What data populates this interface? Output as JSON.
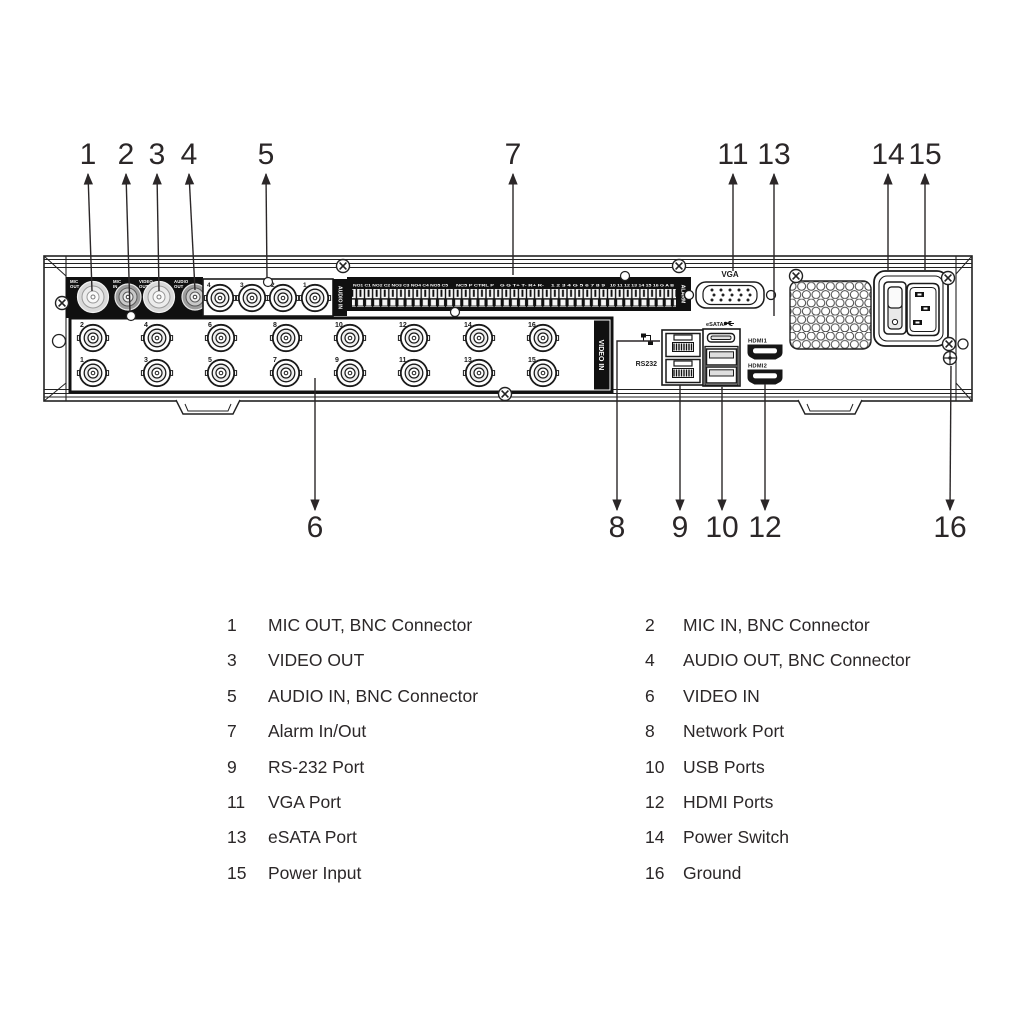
{
  "colors": {
    "ink": "#231f20",
    "panel_fill": "#ffffff",
    "block_fill": "#101010",
    "light_gray": "#d6d6d6"
  },
  "callouts": {
    "c1": "1",
    "c2": "2",
    "c3": "3",
    "c4": "4",
    "c5": "5",
    "c6": "6",
    "c7": "7",
    "c8": "8",
    "c9": "9",
    "c10": "10",
    "c11": "11",
    "c12": "12",
    "c13": "13",
    "c14": "14",
    "c15": "15",
    "c16": "16"
  },
  "panel": {
    "audio_block_labels": [
      [
        "MIC",
        "OUT"
      ],
      [
        "MIC",
        "IN"
      ],
      [
        "VIDEO",
        "OUT"
      ],
      [
        "AUDIO",
        "OUT"
      ]
    ],
    "audio_in": {
      "bar": "AUDIO IN",
      "numbers": [
        "4",
        "3",
        "2",
        "1"
      ]
    },
    "alarm": {
      "bar": "ALARM",
      "groups": [
        "NO1 C1 NO2 C2 NO3 C3 NO4 C4 NO5 C5",
        "NC5 P CTRL P",
        "G G T+ T- R+ R-",
        "1 2 3 4 G 5 6 7 8 9",
        "10 11 12 13 14 15 16 G A B"
      ]
    },
    "video_in": {
      "bar": "VIDEO IN",
      "top": [
        "2",
        "4",
        "6",
        "8",
        "10",
        "12",
        "14",
        "16"
      ],
      "bottom": [
        "1",
        "3",
        "5",
        "7",
        "9",
        "11",
        "13",
        "15"
      ]
    },
    "ports": {
      "vga": "VGA",
      "rs232": "RS232",
      "esata": "eSATA/",
      "hdmi1": "HDMI1",
      "hdmi2": "HDMI2"
    }
  },
  "legend": {
    "rows": [
      {
        "num": "1",
        "text": "MIC OUT, BNC Connector"
      },
      {
        "num": "2",
        "text": "MIC IN, BNC Connector"
      },
      {
        "num": "3",
        "text": "VIDEO OUT"
      },
      {
        "num": "4",
        "text": "AUDIO OUT, BNC Connector"
      },
      {
        "num": "5",
        "text": "AUDIO IN, BNC Connector"
      },
      {
        "num": "6",
        "text": "VIDEO IN"
      },
      {
        "num": "7",
        "text": "Alarm In/Out"
      },
      {
        "num": "8",
        "text": "Network Port"
      },
      {
        "num": "9",
        "text": "RS-232 Port"
      },
      {
        "num": "10",
        "text": "USB Ports"
      },
      {
        "num": "11",
        "text": "VGA Port"
      },
      {
        "num": "12",
        "text": "HDMI Ports"
      },
      {
        "num": "13",
        "text": "eSATA Port"
      },
      {
        "num": "14",
        "text": "Power Switch"
      },
      {
        "num": "15",
        "text": "Power Input"
      },
      {
        "num": "16",
        "text": "Ground"
      }
    ]
  }
}
